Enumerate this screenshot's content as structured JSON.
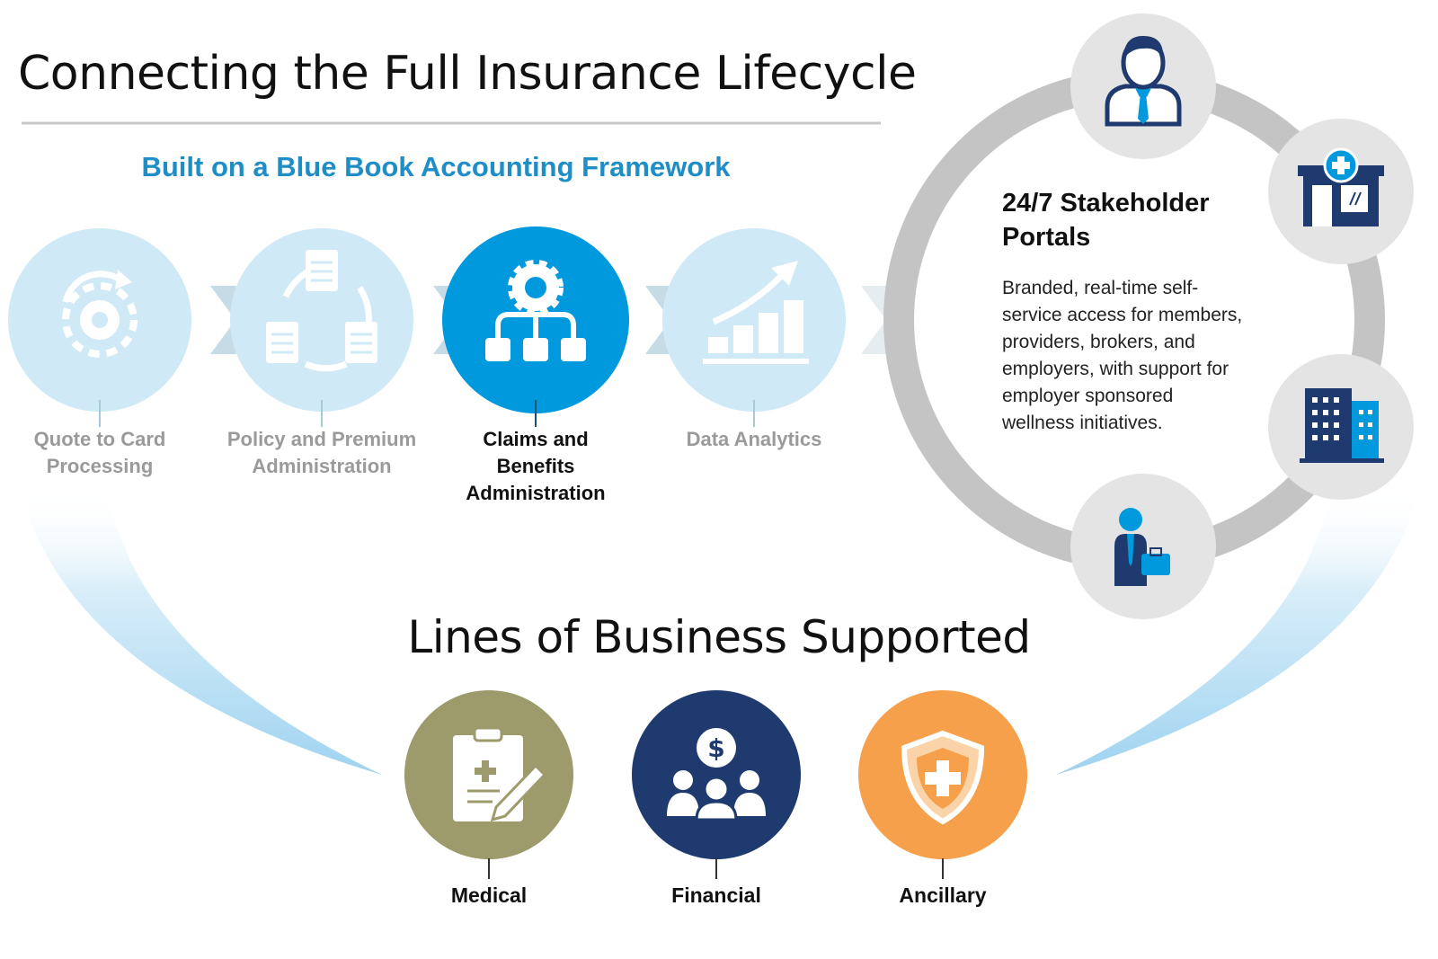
{
  "header": {
    "title": "Connecting the Full Insurance Lifecycle",
    "subtitle": "Built on a Blue Book Accounting Framework"
  },
  "lifecycle_steps": [
    {
      "label_lines": [
        "Quote to Card",
        "Processing"
      ],
      "icon": "gear-refresh-icon",
      "active": false
    },
    {
      "label_lines": [
        "Policy and Premium",
        "Administration"
      ],
      "icon": "document-cycle-icon",
      "active": false
    },
    {
      "label_lines": [
        "Claims and",
        "Benefits",
        "Administration"
      ],
      "icon": "gear-network-icon",
      "active": true
    },
    {
      "label_lines": [
        "Data Analytics"
      ],
      "icon": "growth-chart-icon",
      "active": false
    }
  ],
  "portals": {
    "title_lines": [
      "24/7 Stakeholder",
      "Portals"
    ],
    "description_lines": [
      "Branded, real-time self-",
      "service access for members,",
      "providers, brokers, and",
      "employers, with support for",
      "employer sponsored",
      "wellness initiatives."
    ],
    "icons": [
      "member-icon",
      "provider-clinic-icon",
      "employer-building-icon",
      "broker-icon"
    ]
  },
  "lines_of_business": {
    "title": "Lines of Business Supported",
    "items": [
      {
        "label": "Medical",
        "icon": "medical-clipboard-icon",
        "color": "#9d9a6c"
      },
      {
        "label": "Financial",
        "icon": "financial-group-icon",
        "color": "#1f3a6e"
      },
      {
        "label": "Ancillary",
        "icon": "shield-cross-icon",
        "color": "#f6a04c"
      }
    ]
  },
  "colors": {
    "accent_blue": "#0099dd",
    "light_blue": "#cfe9f6",
    "navy": "#1f3a6e",
    "ring_gray": "#c4c4c4",
    "title_blue": "#1f8dc6"
  }
}
